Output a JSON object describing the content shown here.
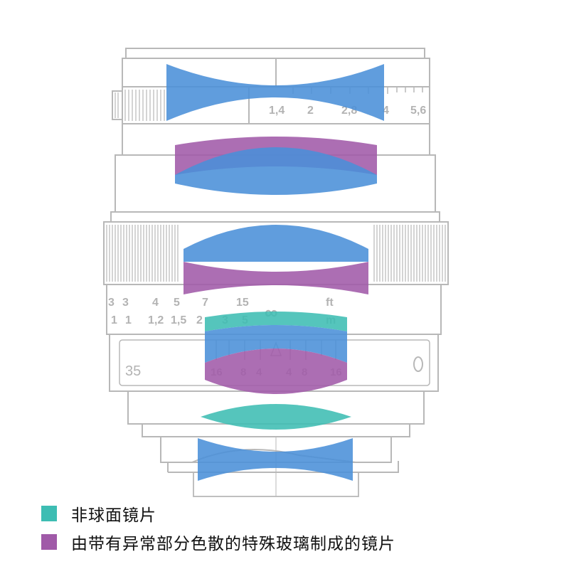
{
  "legend": [
    {
      "label": "非球面镜片",
      "color": "#3dbdb3",
      "icon": "teal-square-swatch"
    },
    {
      "label": "由带有异常部分色散的特殊玻璃制成的镜片",
      "color": "#a05aa8",
      "icon": "purple-square-swatch"
    }
  ],
  "lens_colors": {
    "standard": "#4a90d8",
    "aspherical": "#3dbdb3",
    "special_dispersion": "#a05aa8",
    "outline": "#b8b8b8"
  },
  "focus_scale": {
    "top_numbers": [
      "1,4",
      "2",
      "2,8",
      "4",
      "5,6"
    ],
    "feet_numbers": [
      "3",
      "3",
      "4",
      "5",
      "7",
      "15",
      "ft"
    ],
    "meter_numbers": [
      "1",
      "1",
      "1,2",
      "1,5",
      "2",
      "3",
      "5",
      "m"
    ],
    "infinity": "∞",
    "dof_numbers": [
      "16",
      "8",
      "4",
      "4",
      "8",
      "16"
    ],
    "focal_length": "35"
  }
}
